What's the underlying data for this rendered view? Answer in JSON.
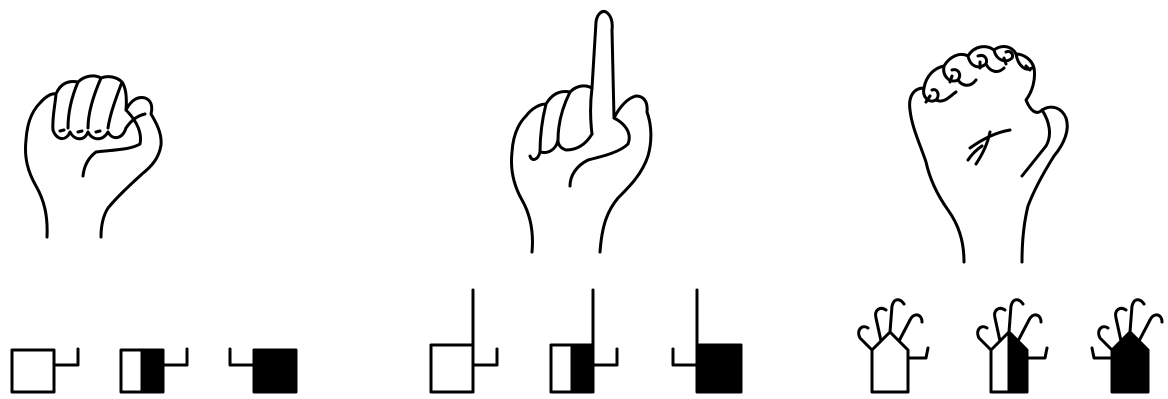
{
  "colors": {
    "background": "#ffffff",
    "ink": "#000000"
  },
  "illustrations": [
    {
      "icon": "fist-hand-icon",
      "symbols": [
        "open-square-symbol",
        "half-filled-square-symbol",
        "filled-square-symbol"
      ]
    },
    {
      "icon": "index-finger-hand-icon",
      "symbols": [
        "open-index-symbol",
        "half-filled-index-symbol",
        "filled-index-symbol"
      ]
    },
    {
      "icon": "clawed-hand-icon",
      "symbols": [
        "open-claw-symbol",
        "half-filled-claw-symbol",
        "filled-claw-symbol"
      ]
    }
  ]
}
